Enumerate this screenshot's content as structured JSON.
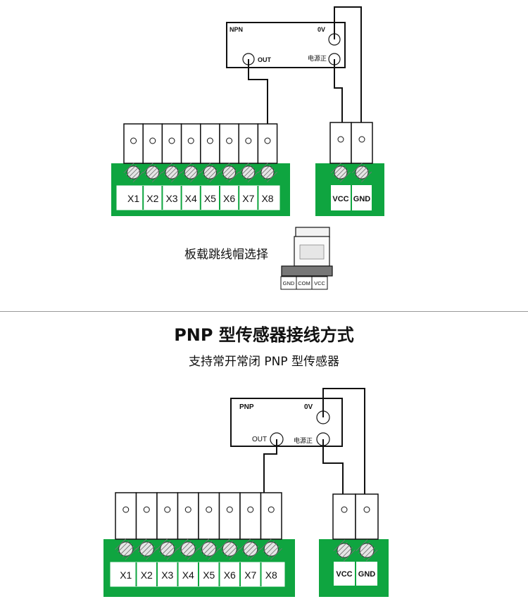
{
  "npn_section": {
    "sensor": {
      "type_label": "NPN",
      "zero_v_label": "0V",
      "power_label": "电源正",
      "out_label": "OUT"
    },
    "terminal_labels": [
      "X1",
      "X2",
      "X3",
      "X4",
      "X5",
      "X6",
      "X7",
      "X8"
    ],
    "power_labels": [
      "VCC",
      "GND"
    ],
    "jumper_caption": "板载跳线帽选择",
    "jumper_labels": [
      "GND",
      "COM",
      "VCC"
    ]
  },
  "pnp_section": {
    "title": "PNP 型传感器接线方式",
    "subtitle": "支持常开常闭 PNP 型传感器",
    "sensor": {
      "type_label": "PNP",
      "zero_v_label": "0V",
      "power_label": "电源正",
      "out_label": "OUT"
    },
    "terminal_labels": [
      "X1",
      "X2",
      "X3",
      "X4",
      "X5",
      "X6",
      "X7",
      "X8"
    ],
    "power_labels": [
      "VCC",
      "GND"
    ]
  },
  "colors": {
    "board_green": "#0fa540",
    "wire": "#111111",
    "divider": "#9a9a9a"
  }
}
